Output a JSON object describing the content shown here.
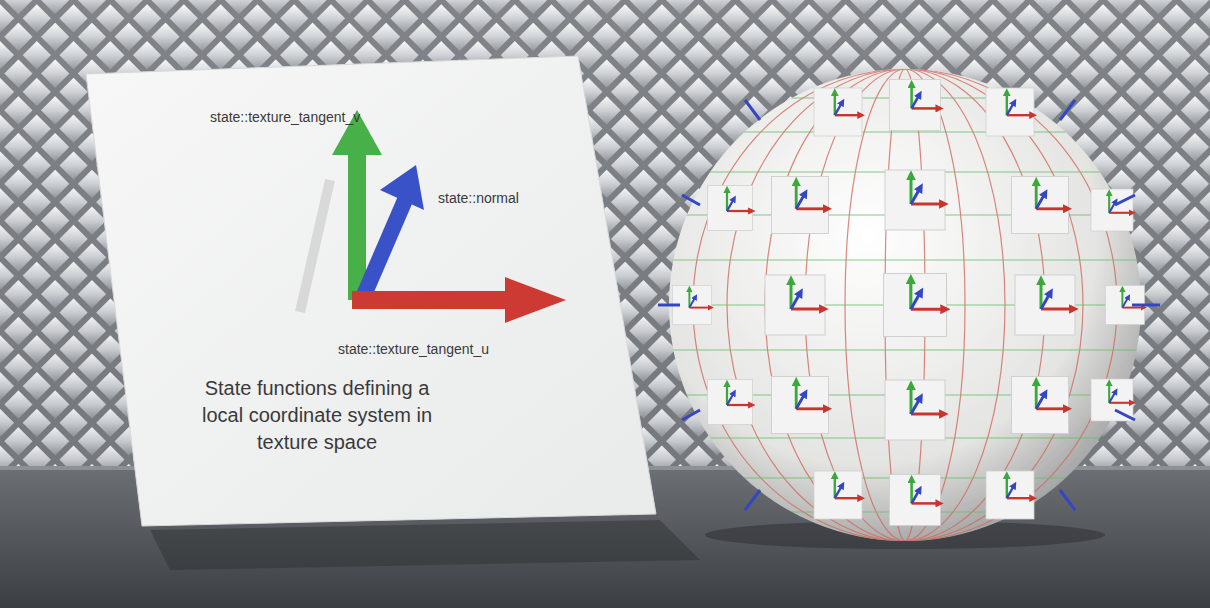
{
  "diagram": {
    "labels": [
      "state::texture_tangent_v",
      "state::normal",
      "state::texture_tangent_u",
      "State functions defining a local coordinate system in texture space"
    ]
  }
}
